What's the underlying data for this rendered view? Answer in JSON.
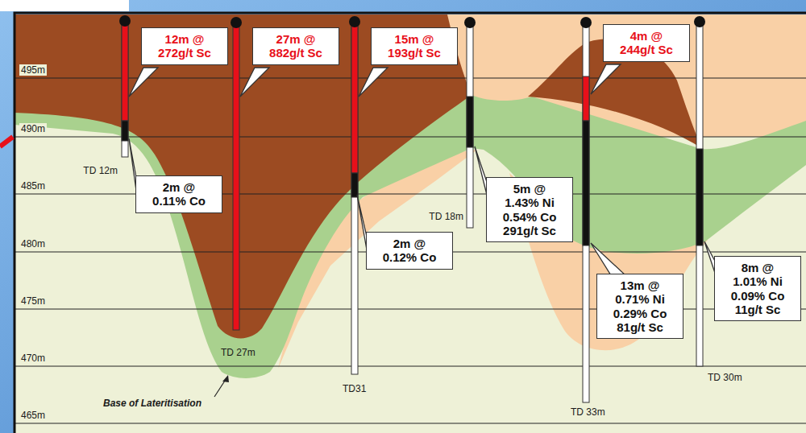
{
  "diagram": {
    "nodes": [
      {
        "text": [
          "12m @ 272g/t Sc"
        ]
      },
      {
        "text": [
          "27m @ 882g/t Sc"
        ]
      },
      {
        "text": [
          "15m @ 193g/t Sc"
        ]
      },
      {
        "text": [
          "4m @ 244g/t Sc"
        ]
      },
      {
        "text": [
          "2m @ 0.11% Co"
        ]
      },
      {
        "text": [
          "5m @ 1.43% Ni 0.54% Co 291g/t Sc"
        ]
      },
      {
        "text": [
          "2m @ 0.12% Co"
        ]
      },
      {
        "text": [
          "8m @ 1.01% Ni 0.09% Co 11g/t Sc"
        ]
      },
      {
        "text": [
          "13m @ 0.71% Ni 0.29% Co 81g/t Sc"
        ]
      }
    ],
    "labels": [
      "495m",
      "490m",
      "485m",
      "480m",
      "475m",
      "470m",
      "465m",
      "TD 12m",
      "TD 27m",
      "TD31",
      "TD 18m",
      "TD 33m",
      "TD 30m",
      "Base of Lateritisation"
    ]
  }
}
